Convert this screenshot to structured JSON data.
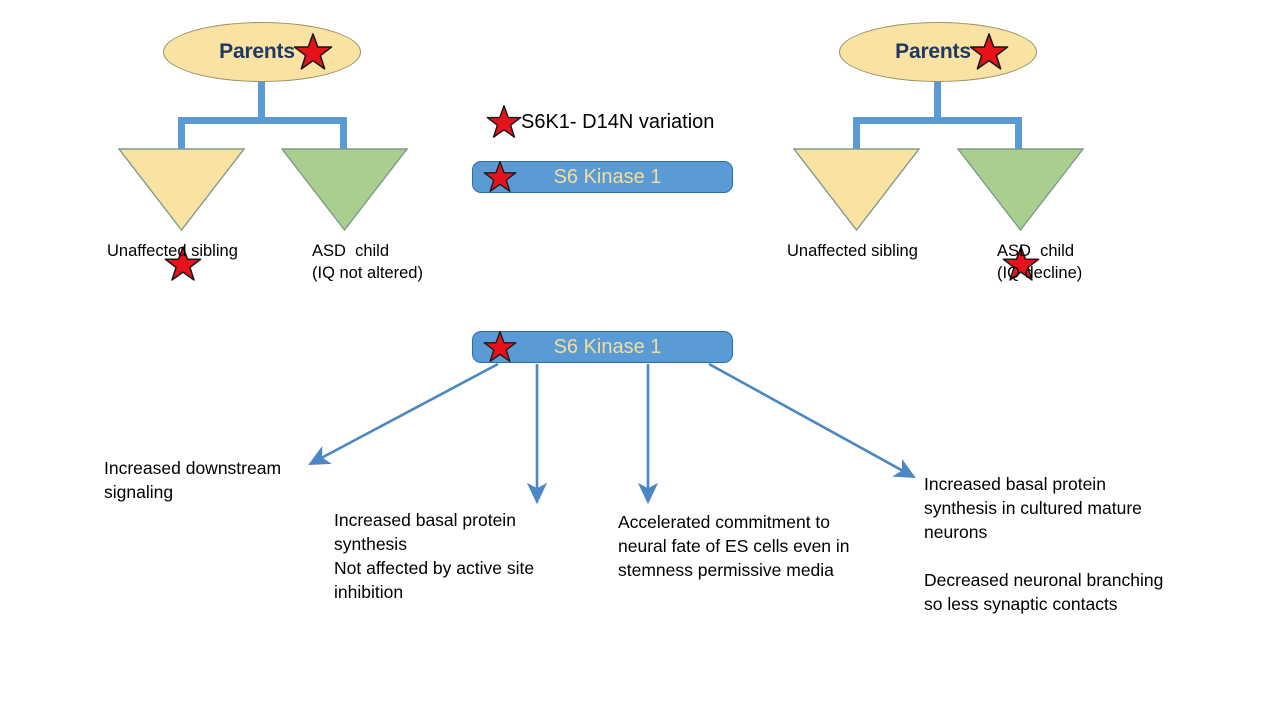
{
  "colors": {
    "background": "#ffffff",
    "connector_blue": "#5B9BD5",
    "ellipse_fill": "#FAE2A2",
    "ellipse_stroke": "#9A9063",
    "triangle_yellow_fill": "#FAE2A2",
    "triangle_green_fill": "#A9CE8E",
    "triangle_stroke": "#7D9B8C",
    "star_fill": "#E8121B",
    "star_stroke": "#1A1A1A",
    "box_fill": "#5B9BD5",
    "box_stroke": "#2E6DA4",
    "box_text": "#F2DE9A",
    "parents_text": "#1F3864"
  },
  "pedigrees": [
    {
      "id": "left",
      "parents_label": "Parents",
      "parents_has_star": true,
      "children": [
        {
          "id": "left-unaffected",
          "shape": "inverted-triangle",
          "fill": "yellow",
          "has_star": true,
          "label": "Unaffected sibling"
        },
        {
          "id": "left-asd",
          "shape": "inverted-triangle",
          "fill": "green",
          "has_star": false,
          "label": "ASD  child\n(IQ not altered)"
        }
      ]
    },
    {
      "id": "right",
      "parents_label": "Parents",
      "parents_has_star": true,
      "children": [
        {
          "id": "right-unaffected",
          "shape": "inverted-triangle",
          "fill": "yellow",
          "has_star": false,
          "label": "Unaffected sibling"
        },
        {
          "id": "right-asd",
          "shape": "inverted-triangle",
          "fill": "green",
          "has_star": true,
          "label": "ASD  child\n(IQ decline)"
        }
      ]
    }
  ],
  "legend": {
    "star_icon": "red-star-icon",
    "text": "S6K1- D14N variation"
  },
  "kinase_box_top": {
    "star_icon": "red-star-icon",
    "label": "S6 Kinase 1"
  },
  "kinase_box_bottom": {
    "star_icon": "red-star-icon",
    "label": "S6 Kinase 1"
  },
  "outcomes": [
    {
      "id": "outcome-downstream-signaling",
      "text": "Increased  downstream\nsignaling"
    },
    {
      "id": "outcome-basal-protein-synthesis",
      "text": "Increased  basal protein\nsynthesis\nNot affected  by active site\ninhibition"
    },
    {
      "id": "outcome-neural-fate-commitment",
      "text": "Accelerated commitment to\nneural fate of ES cells even in\nstemness permissive media"
    },
    {
      "id": "outcome-neurons",
      "text": "Increased  basal protein\nsynthesis in cultured mature\nneurons\n\nDecreased  neuronal branching\nso less synaptic contacts"
    }
  ]
}
